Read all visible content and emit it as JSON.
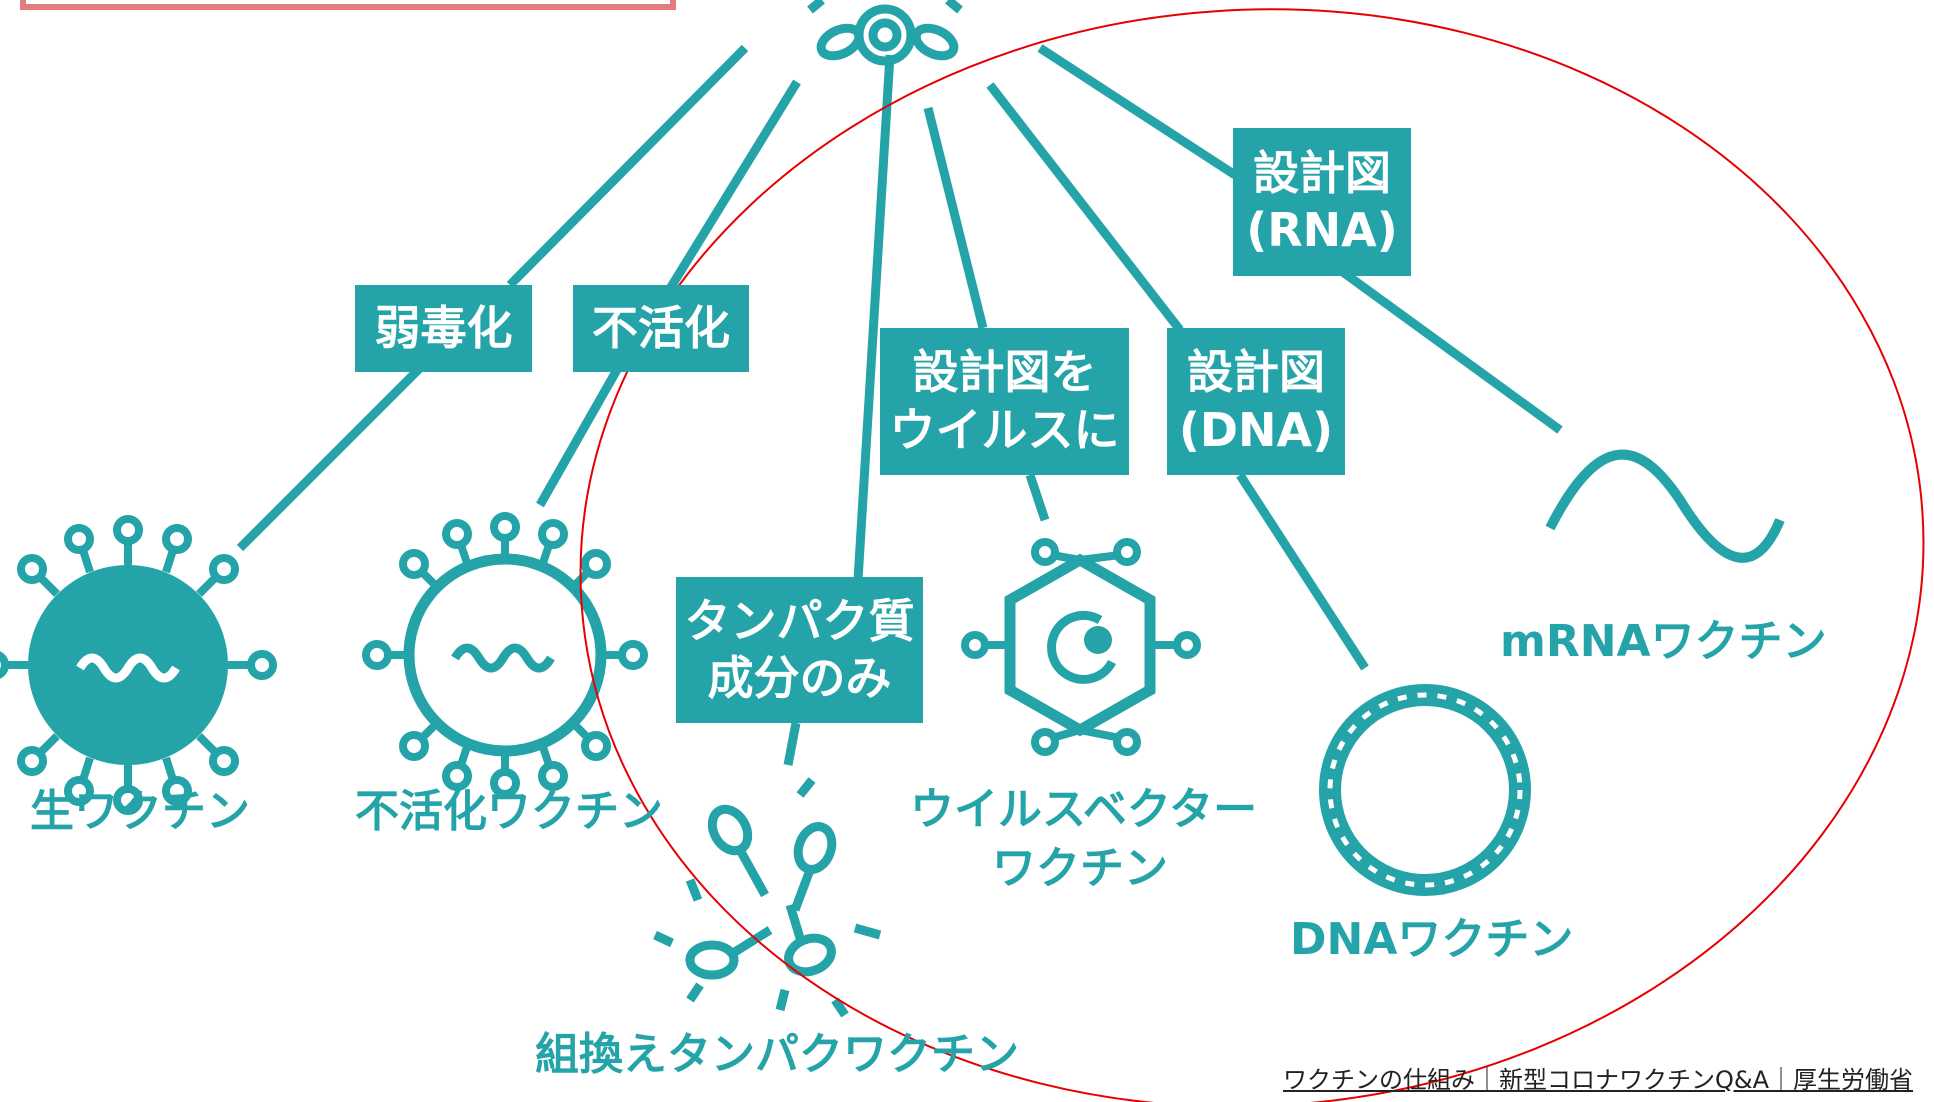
{
  "colors": {
    "teal": "#24a3a8",
    "annotation_red": "#e60000",
    "frame_pink": "#e47c7e"
  },
  "methods": {
    "attenuate": "弱毒化",
    "inactivate": "不活化",
    "protein_line1": "タンパク質",
    "protein_line2": "成分のみ",
    "vector_line1": "設計図を",
    "vector_line2": "ウイルスに",
    "dna_line1": "設計図",
    "dna_line2": "(DNA)",
    "rna_line1": "設計図",
    "rna_line2": "(RNA)"
  },
  "vaccines": {
    "live": "生ワクチン",
    "inactivated": "不活化ワクチン",
    "recombinant": "組換えタンパクワクチン",
    "vector_line1": "ウイルスベクター",
    "vector_line2": "ワクチン",
    "dna": "DNAワクチン",
    "mrna": "mRNAワクチン"
  },
  "source": {
    "link_text": "ワクチンの仕組み｜新型コロナワクチンQ&A｜厚生労働省"
  }
}
